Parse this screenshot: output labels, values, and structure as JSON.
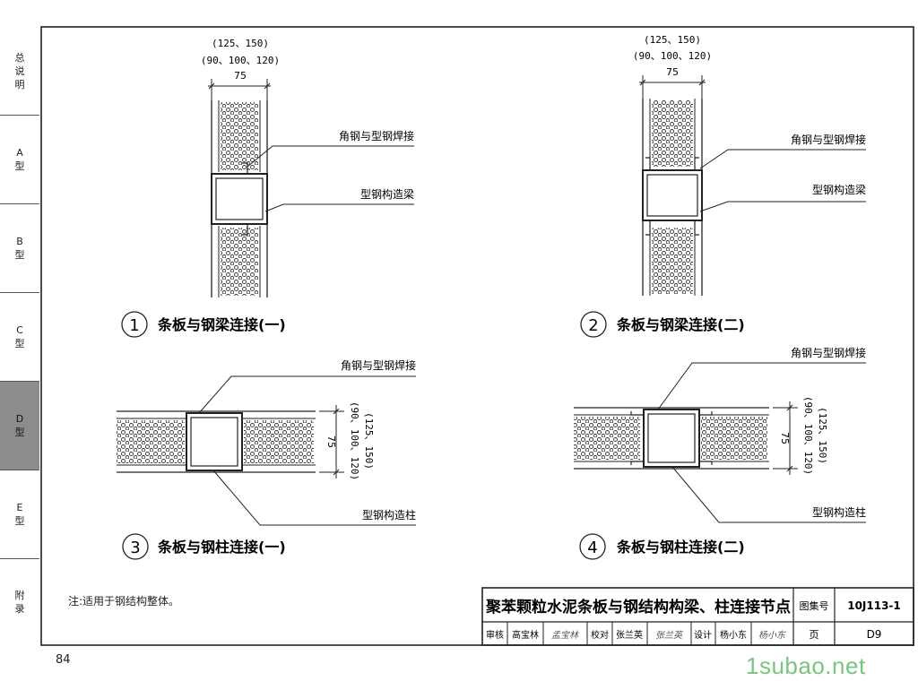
{
  "sidebar": {
    "tabs": [
      {
        "chars": [
          "总",
          "说",
          "明"
        ]
      },
      {
        "chars": [
          "A",
          "型"
        ]
      },
      {
        "chars": [
          "B",
          "型"
        ]
      },
      {
        "chars": [
          "C",
          "型"
        ]
      },
      {
        "chars": [
          "D",
          "型"
        ],
        "active": true
      },
      {
        "chars": [
          "E",
          "型"
        ]
      },
      {
        "chars": [
          "附",
          "录"
        ]
      }
    ]
  },
  "details": {
    "d1": {
      "num": "1",
      "title": "条板与钢梁连接(一)",
      "dim_top1": "(125、150)",
      "dim_top2": "(90、100、120)",
      "dim_75": "75",
      "label_a": "角钢与型钢焊接",
      "label_b": "型钢构造梁"
    },
    "d2": {
      "num": "2",
      "title": "条板与钢梁连接(二)",
      "dim_top1": "(125、150)",
      "dim_top2": "(90、100、120)",
      "dim_75": "75",
      "label_a": "角钢与型钢焊接",
      "label_b": "型钢构造梁"
    },
    "d3": {
      "num": "3",
      "title": "条板与钢柱连接(一)",
      "label_a": "角钢与型钢焊接",
      "label_b": "型钢构造柱",
      "dim_75": "75",
      "dim_v1": "(90、100、120)",
      "dim_v2": "(125、150)"
    },
    "d4": {
      "num": "4",
      "title": "条板与钢柱连接(二)",
      "label_a": "角钢与型钢焊接",
      "label_b": "型钢构造柱",
      "dim_75": "75",
      "dim_v1": "(90、100、120)",
      "dim_v2": "(125、150)"
    }
  },
  "note": "注:适用于钢结构整体。",
  "title_block": {
    "title": "聚苯颗粒水泥条板与钢结构构梁、柱连接节点",
    "atlas_label": "图集号",
    "atlas_no": "10J113-1",
    "row2": [
      "审核",
      "高宝林",
      "孟宝林",
      "校对",
      "张兰英",
      "张兰英",
      "设计",
      "杨小东",
      "杨小东"
    ],
    "page_label": "页",
    "page_no": "D9"
  },
  "page_number": "84",
  "watermark": "1subao.net"
}
